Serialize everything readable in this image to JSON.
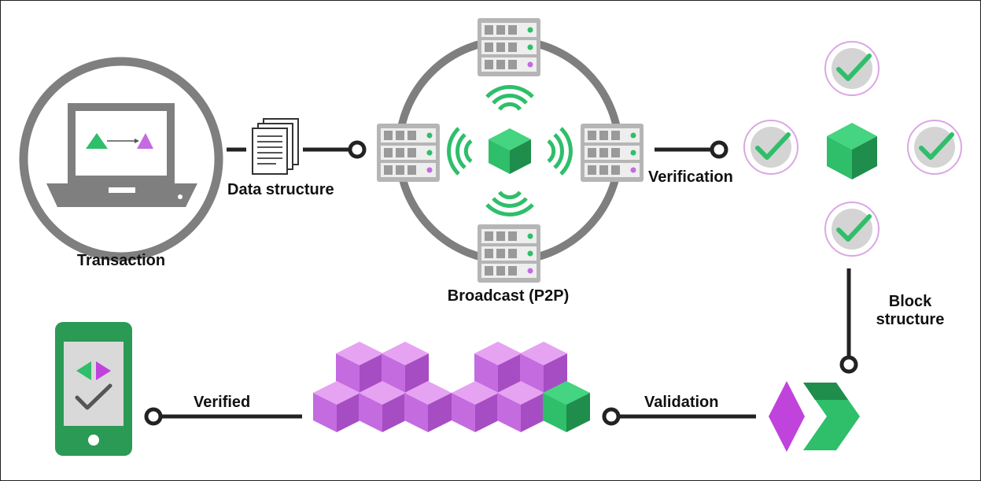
{
  "labels": {
    "transaction": "Transaction",
    "data_structure": "Data structure",
    "broadcast": "Broadcast (P2P)",
    "verification": "Verification",
    "block_structure_line1": "Block",
    "block_structure_line2": "structure",
    "validation": "Validation",
    "verified": "Verified"
  },
  "colors": {
    "green": "#2fbe6a",
    "green_dark": "#1f8d4c",
    "purple": "#c46be0",
    "purple_dark": "#9b47b8",
    "gray": "#7f7f7f",
    "gray_light": "#d9d9d9",
    "line": "#222222"
  },
  "icons": {
    "laptop": "laptop-icon",
    "document": "document-stack-icon",
    "server": "server-rack-icon",
    "cube": "cube-icon",
    "check": "check-badge-icon",
    "phone": "smartphone-icon",
    "chevron": "chevron-logo-icon"
  }
}
